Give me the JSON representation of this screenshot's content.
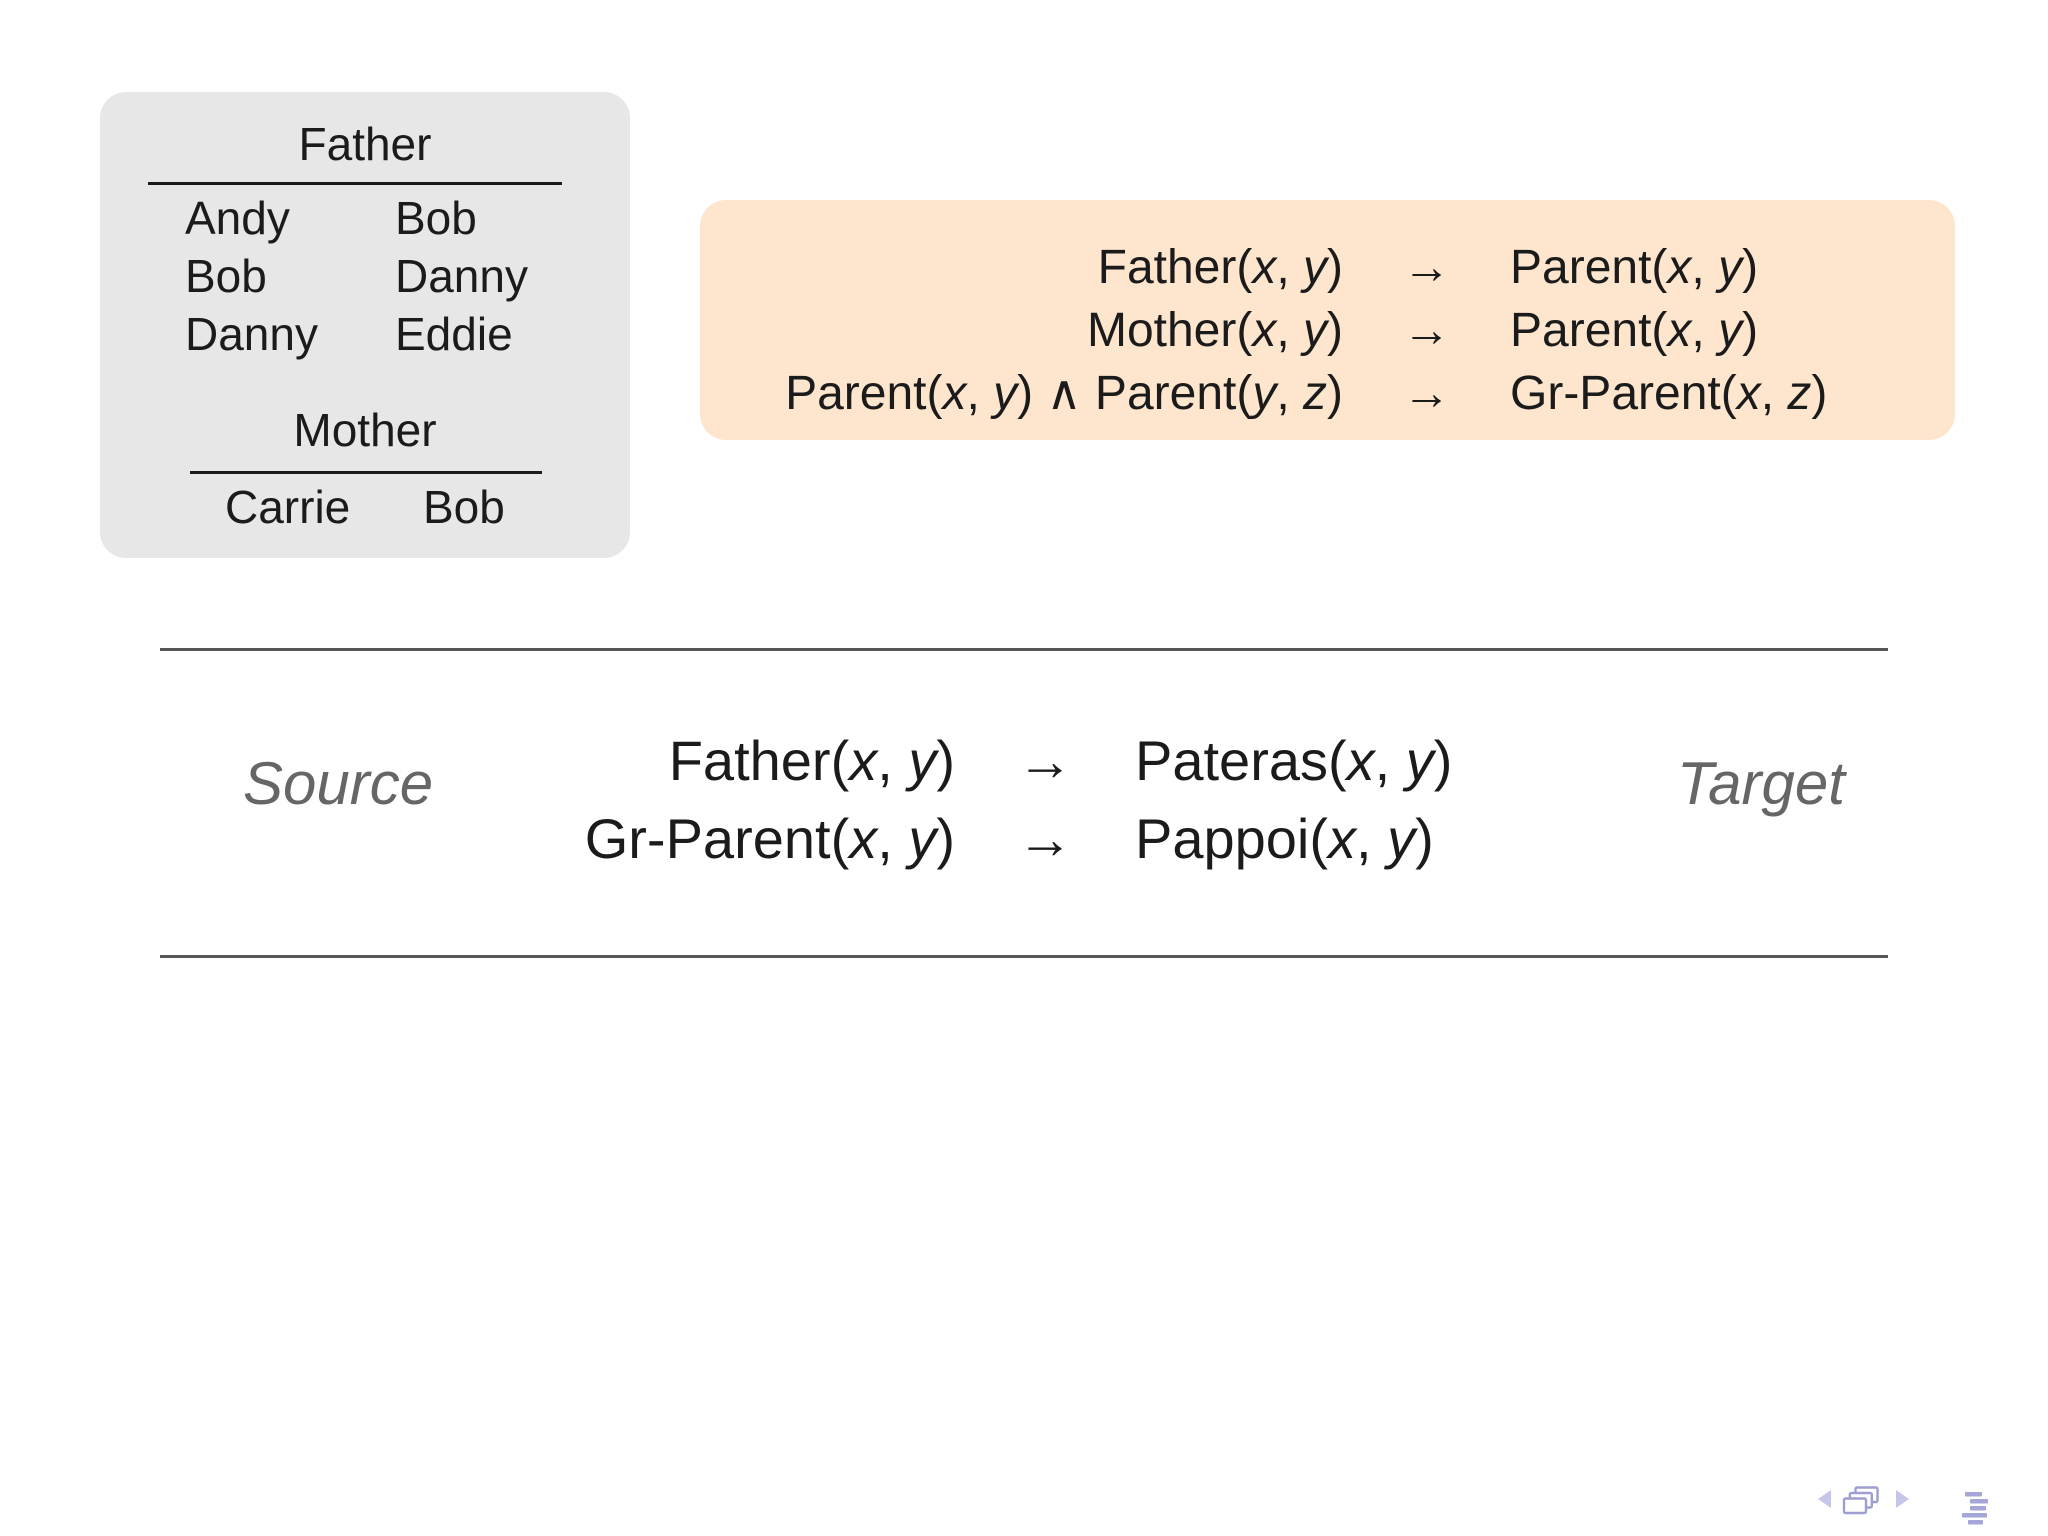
{
  "database": {
    "father": {
      "title": "Father",
      "rows": [
        {
          "c1": "Andy",
          "c2": "Bob"
        },
        {
          "c1": "Bob",
          "c2": "Danny"
        },
        {
          "c1": "Danny",
          "c2": "Eddie"
        }
      ]
    },
    "mother": {
      "title": "Mother",
      "rows": [
        {
          "c1": "Carrie",
          "c2": "Bob"
        }
      ]
    }
  },
  "rules": {
    "items": [
      {
        "lhs": "Father(x, y)",
        "arrow": "→",
        "rhs": "Parent(x, y)"
      },
      {
        "lhs": "Mother(x, y)",
        "arrow": "→",
        "rhs": "Parent(x, y)"
      },
      {
        "lhs": "Parent(x, y) ∧ Parent(y, z)",
        "arrow": "→",
        "rhs": "Gr-Parent(x, z)"
      }
    ]
  },
  "mapping": {
    "source_label": "Source",
    "target_label": "Target",
    "rows": [
      {
        "lhs": "Father(x, y)",
        "arrow": "→",
        "rhs": "Pateras(x, y)"
      },
      {
        "lhs": "Gr-Parent(x, y)",
        "arrow": "→",
        "rhs": "Pappoi(x, y)"
      }
    ]
  },
  "nav": {
    "icons": [
      {
        "name": "prev-slide-icon"
      },
      {
        "name": "frames-icon"
      },
      {
        "name": "next-slide-icon"
      },
      {
        "name": "outline-icon"
      }
    ]
  },
  "colors": {
    "panel_gray": "#e7e7e7",
    "rules_bg": "#fee5cd",
    "separator": "#565656",
    "label_gray": "#666666",
    "text": "#1b1b1b",
    "nav_icon": "#b4b4dd"
  }
}
